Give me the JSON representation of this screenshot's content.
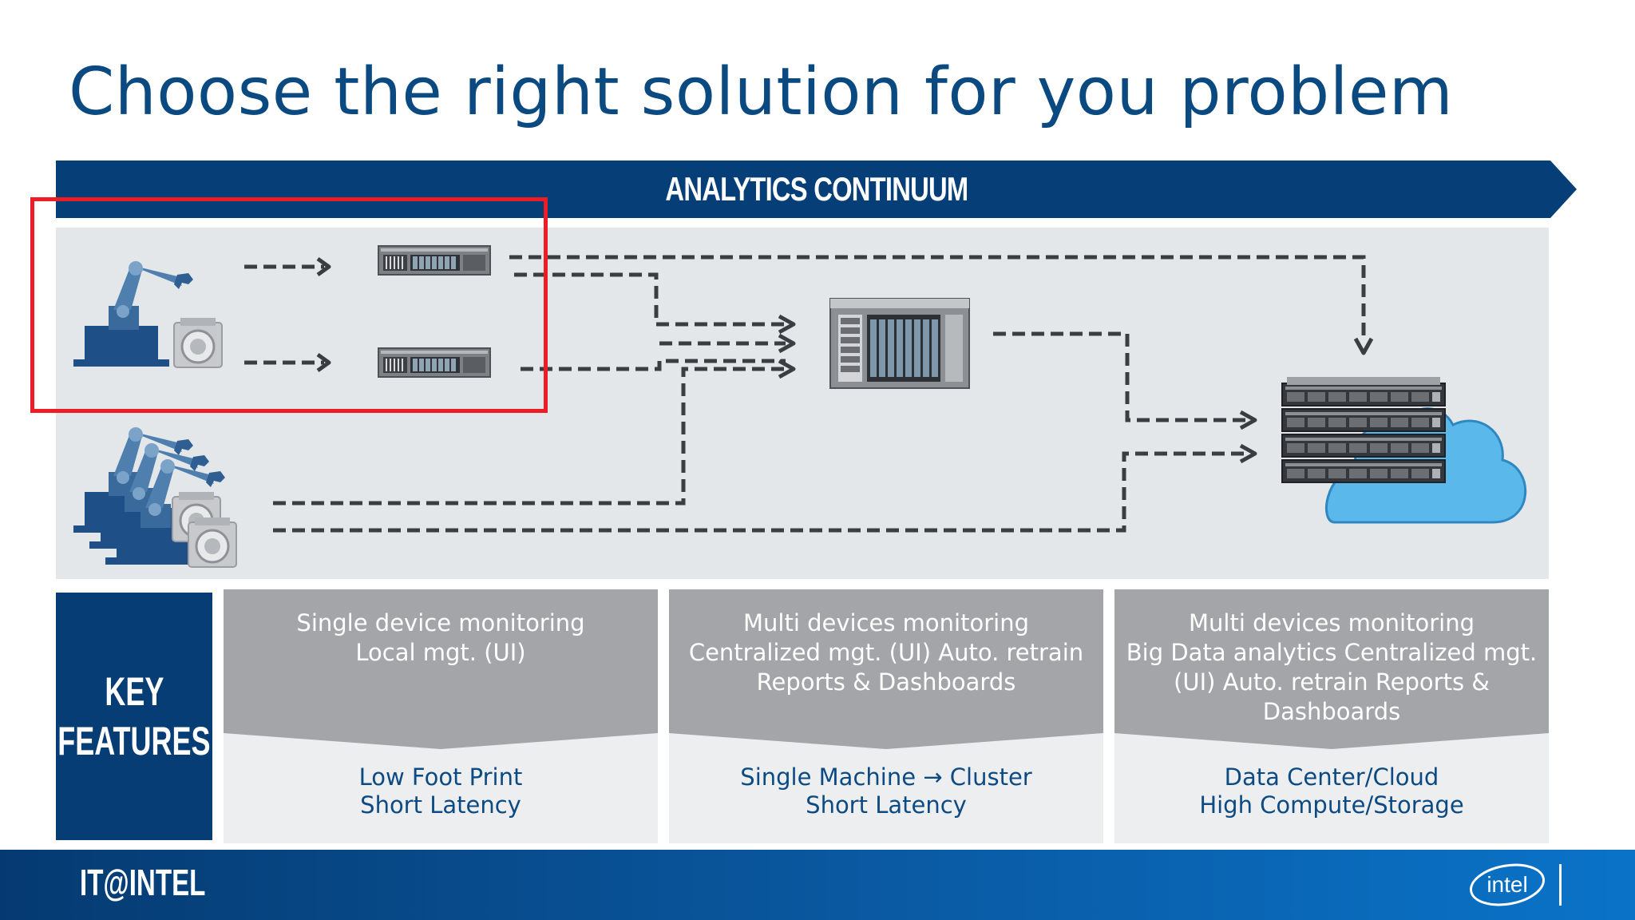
{
  "title": "Choose the right solution for you problem",
  "banner": {
    "label": "ANALYTICS CONTINUUM"
  },
  "key_features": {
    "line1": "KEY",
    "line2": "FEATURES"
  },
  "columns": [
    {
      "top_lines": [
        "Single device monitoring",
        "Local mgt. (UI)"
      ],
      "bottom_lines": [
        "Low Foot Print",
        "Short Latency"
      ]
    },
    {
      "top_lines": [
        "Multi devices monitoring",
        "Centralized mgt. (UI) Auto. retrain",
        "Reports & Dashboards"
      ],
      "bottom_lines": [
        "Single Machine → Cluster",
        "Short Latency"
      ]
    },
    {
      "top_lines": [
        "Multi devices monitoring",
        "Big Data analytics Centralized mgt.",
        "(UI) Auto. retrain Reports &",
        "Dashboards"
      ],
      "bottom_lines": [
        "Data Center/Cloud",
        "High Compute/Storage"
      ]
    }
  ],
  "footer": {
    "brand": "IT@INTEL",
    "logo_text": "intel"
  },
  "icons": [
    "robot-arm-icon",
    "camera-icon",
    "rack-server-icon",
    "workstation-server-icon",
    "server-stack-icon",
    "cloud-icon"
  ],
  "colors": {
    "title": "#0a4a80",
    "banner": "#063f78",
    "panel": "#e4e7ea",
    "column_top": "#a3a5a8",
    "column_bottom_text": "#0d4a82",
    "highlight": "#ee1c25",
    "cloud": "#5bb8ea",
    "robot": "#3f6c9c"
  }
}
